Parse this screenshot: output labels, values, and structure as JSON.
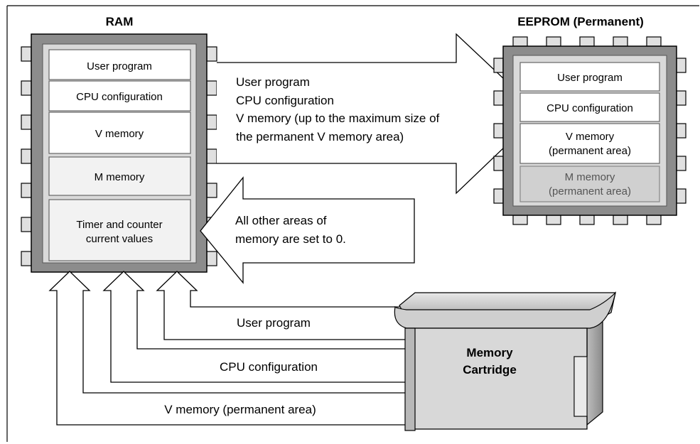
{
  "ram": {
    "title": "RAM",
    "blocks": {
      "user_program": "User program",
      "cpu_configuration": "CPU configuration",
      "v_memory": "V memory",
      "m_memory": "M memory",
      "timer_counter_line1": "Timer and counter",
      "timer_counter_line2": "current values"
    }
  },
  "eeprom": {
    "title": "EEPROM (Permanent)",
    "blocks": {
      "user_program": "User program",
      "cpu_configuration": "CPU configuration",
      "v_memory_line1": "V memory",
      "v_memory_line2": "(permanent area)",
      "m_memory_line1": "M memory",
      "m_memory_line2": "(permanent area)"
    }
  },
  "right_arrow": {
    "line1": "User program",
    "line2": "CPU configuration",
    "line3": "V memory (up to the maximum size of",
    "line4": "the permanent V memory area)"
  },
  "left_arrow": {
    "line1": "All other areas of",
    "line2": "memory are set to 0."
  },
  "cartridge": {
    "line1": "Memory",
    "line2": "Cartridge",
    "band_user_program": "User program",
    "band_cpu_configuration": "CPU configuration",
    "band_v_memory": "V memory (permanent area)"
  },
  "colors": {
    "chip_body": "#8c8c8c",
    "chip_inner": "#d9d9d9",
    "pin": "#e0e0e0",
    "cartridge_top": "#c8c8c8",
    "cartridge_side": "#a8a8a8",
    "cartridge_front": "#d8d8d8"
  }
}
